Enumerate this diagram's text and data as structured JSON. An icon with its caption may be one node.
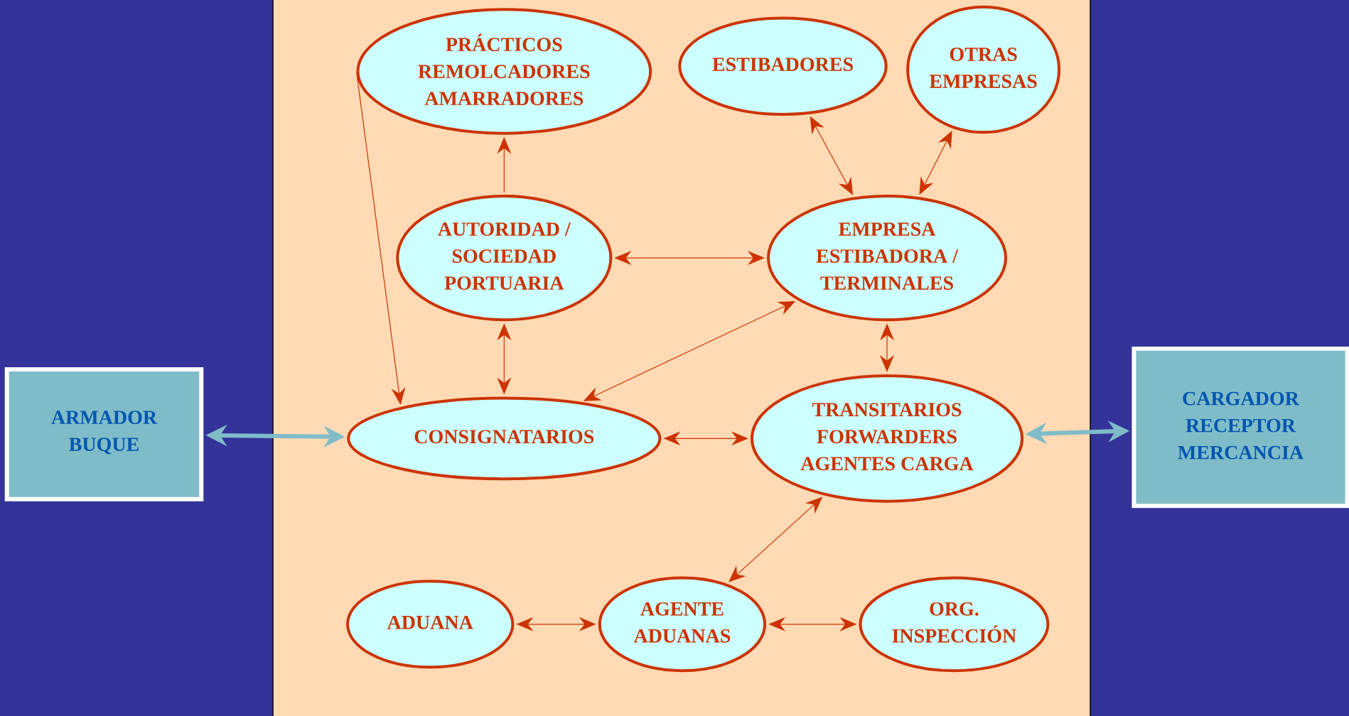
{
  "diagram": {
    "nodes": [
      {
        "text": [
          "PRÁCTICOS REMOLCADORES AMARRADORES"
        ]
      },
      {
        "text": [
          "ESTIBADORES"
        ]
      },
      {
        "text": [
          "OTRAS EMPRESAS"
        ]
      },
      {
        "text": [
          "AUTORIDAD / SOCIEDAD PORTUARIA"
        ]
      },
      {
        "text": [
          "EMPRESA ESTIBADORA / TERMINALES"
        ]
      },
      {
        "text": [
          "ARMADOR BUQUE"
        ]
      },
      {
        "text": [
          "CONSIGNATARIOS"
        ]
      },
      {
        "text": [
          "TRANSITARIOS FORWARDERS AGENTES CARGA"
        ]
      },
      {
        "text": [
          "CARGADOR RECEPTOR MERCANCIA"
        ]
      },
      {
        "text": [
          "ADUANA"
        ]
      },
      {
        "text": [
          "AGENTE ADUANAS"
        ]
      },
      {
        "text": [
          "ORG. INSPECCIÓN"
        ]
      }
    ],
    "edges": [
      {
        "from": 3,
        "to": 0,
        "arrow": "to"
      },
      {
        "from": 0,
        "to": 6,
        "arrow": "to"
      },
      {
        "from": 1,
        "to": 4,
        "arrow": "both"
      },
      {
        "from": 2,
        "to": 4,
        "arrow": "both"
      },
      {
        "from": 3,
        "to": 4,
        "arrow": "both"
      },
      {
        "from": 3,
        "to": 6,
        "arrow": "both"
      },
      {
        "from": 4,
        "to": 6,
        "arrow": "both"
      },
      {
        "from": 4,
        "to": 7,
        "arrow": "both"
      },
      {
        "from": 5,
        "to": 6,
        "arrow": "both",
        "style": "thick",
        "color": "#80bcc8"
      },
      {
        "from": 6,
        "to": 7,
        "arrow": "both"
      },
      {
        "from": 7,
        "to": 8,
        "arrow": "both",
        "style": "thick",
        "color": "#80bcc8"
      },
      {
        "from": 7,
        "to": 10,
        "arrow": "both"
      },
      {
        "from": 9,
        "to": 10,
        "arrow": "both"
      },
      {
        "from": 10,
        "to": 11,
        "arrow": "both"
      }
    ]
  }
}
